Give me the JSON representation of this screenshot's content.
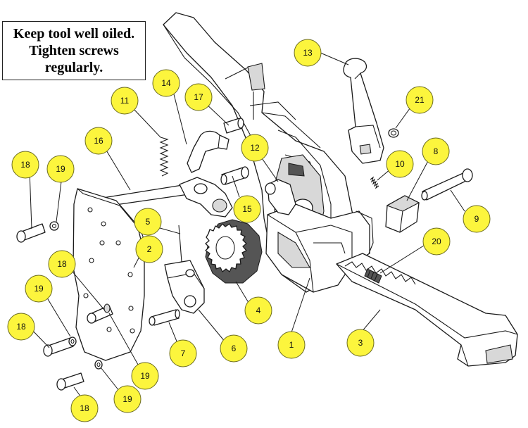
{
  "note": {
    "line1": "Keep tool well oiled.",
    "line2": "Tighten screws",
    "line3": "regularly."
  },
  "callouts": [
    {
      "id": "c13",
      "label": "13"
    },
    {
      "id": "c21",
      "label": "21"
    },
    {
      "id": "c14",
      "label": "14"
    },
    {
      "id": "c17",
      "label": "17"
    },
    {
      "id": "c11",
      "label": "11"
    },
    {
      "id": "c16",
      "label": "16"
    },
    {
      "id": "c12",
      "label": "12"
    },
    {
      "id": "c8",
      "label": "8"
    },
    {
      "id": "c10",
      "label": "10"
    },
    {
      "id": "c18a",
      "label": "18"
    },
    {
      "id": "c19a",
      "label": "19"
    },
    {
      "id": "c15",
      "label": "15"
    },
    {
      "id": "c9",
      "label": "9"
    },
    {
      "id": "c5",
      "label": "5"
    },
    {
      "id": "c2",
      "label": "2"
    },
    {
      "id": "c20",
      "label": "20"
    },
    {
      "id": "c18b",
      "label": "18"
    },
    {
      "id": "c19b",
      "label": "19"
    },
    {
      "id": "c4",
      "label": "4"
    },
    {
      "id": "c18c",
      "label": "18"
    },
    {
      "id": "c1",
      "label": "1"
    },
    {
      "id": "c3",
      "label": "3"
    },
    {
      "id": "c7",
      "label": "7"
    },
    {
      "id": "c6",
      "label": "6"
    },
    {
      "id": "c19c",
      "label": "19"
    },
    {
      "id": "c18d",
      "label": "18"
    },
    {
      "id": "c19d",
      "label": "19"
    }
  ]
}
